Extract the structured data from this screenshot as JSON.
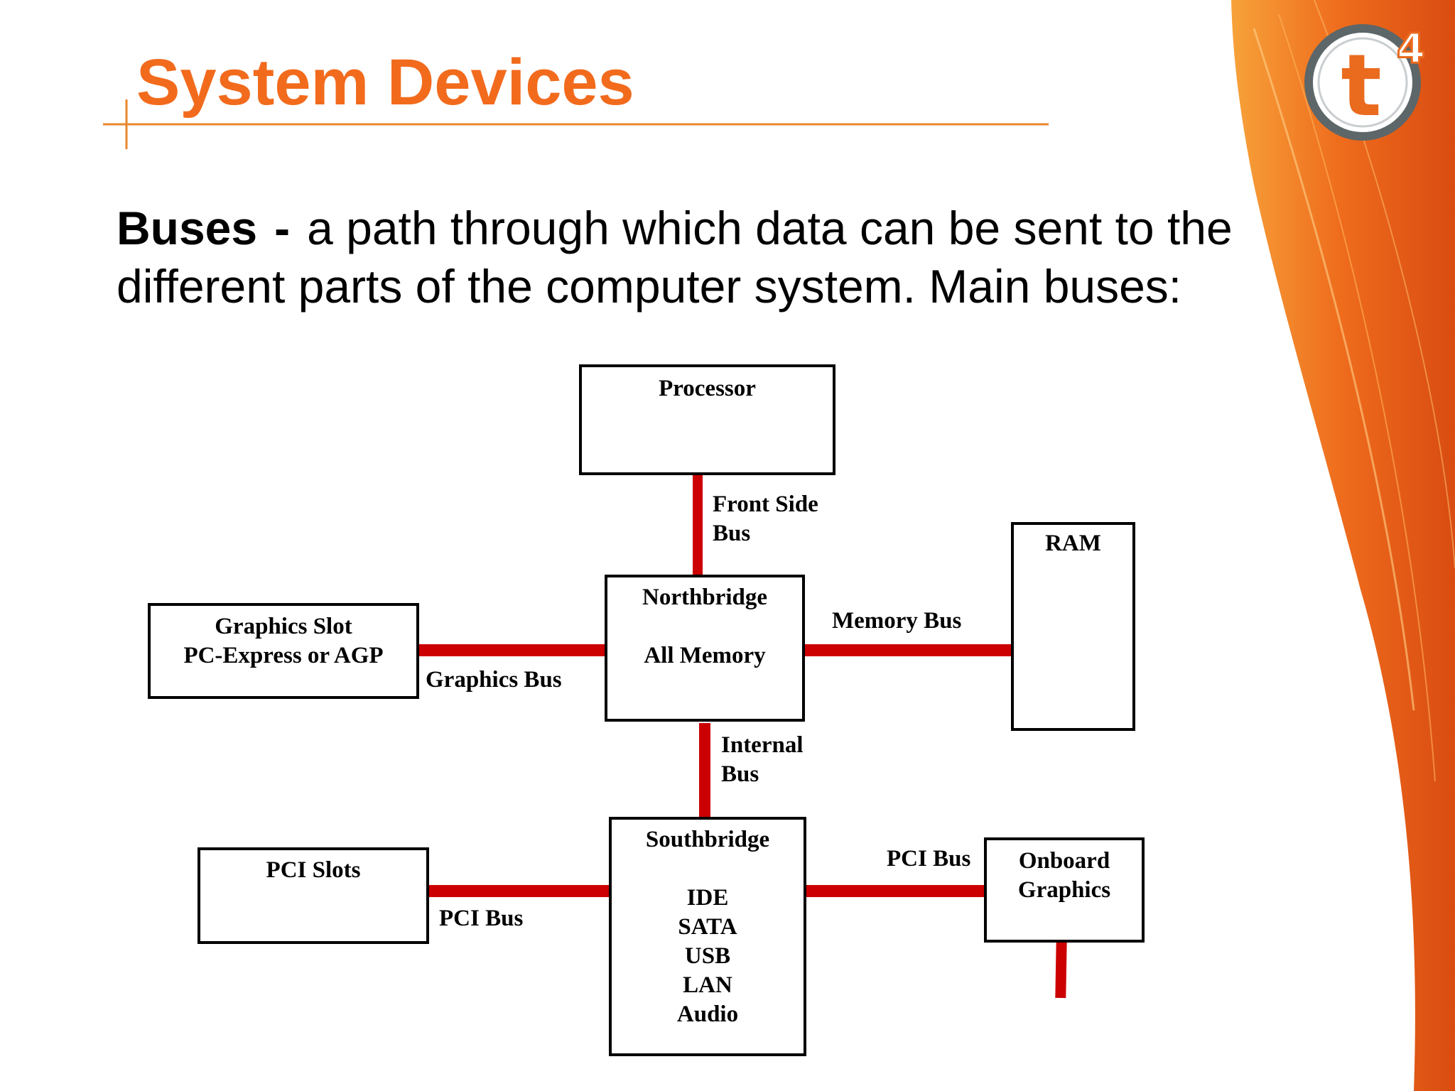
{
  "slide": {
    "title": "System Devices",
    "intro_term": "Buses",
    "intro_separator": "-",
    "intro_text_1": "a path through which data can be sent to the",
    "intro_text_2": "different parts of the computer system.  Main buses:"
  },
  "logo": {
    "letter": "t",
    "superscript": "4"
  },
  "colors": {
    "title": "#f26b1d",
    "bus": "#cc0000",
    "accent_orange": "#ee6b1c"
  },
  "diagram": {
    "processor": {
      "label": "Processor"
    },
    "northbridge": {
      "line1": "Northbridge",
      "line2": "All Memory"
    },
    "ram": {
      "label": "RAM"
    },
    "graphics_slot": {
      "line1": "Graphics Slot",
      "line2": "PC-Express or AGP"
    },
    "southbridge": {
      "title": "Southbridge",
      "items": [
        "IDE",
        "SATA",
        "USB",
        "LAN",
        "Audio"
      ]
    },
    "pci_slots": {
      "label": "PCI Slots"
    },
    "onboard_graphics": {
      "line1": "Onboard",
      "line2": "Graphics"
    },
    "buses": {
      "front_side_1": "Front Side",
      "front_side_2": "Bus",
      "memory": "Memory Bus",
      "graphics": "Graphics Bus",
      "internal_1": "Internal",
      "internal_2": "Bus",
      "pci_left": "PCI Bus",
      "pci_right": "PCI Bus"
    }
  }
}
